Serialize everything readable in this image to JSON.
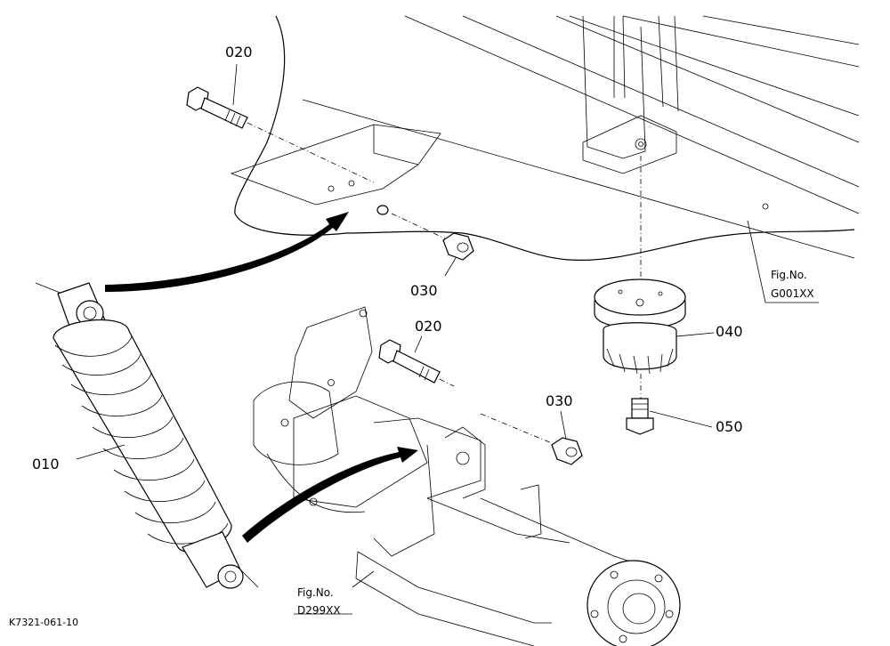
{
  "callouts": {
    "shock_absorber": "010",
    "bolt_upper": "020",
    "bolt_lower": "020",
    "nut_upper": "030",
    "nut_lower": "030",
    "rubber_mount": "040",
    "mount_bolt": "050"
  },
  "figure_refs": {
    "upper": {
      "label": "Fig.No.",
      "code": "G001XX"
    },
    "lower": {
      "label": "Fig.No.",
      "code": "D299XX"
    }
  },
  "drawing_code": "K7321-061-10"
}
